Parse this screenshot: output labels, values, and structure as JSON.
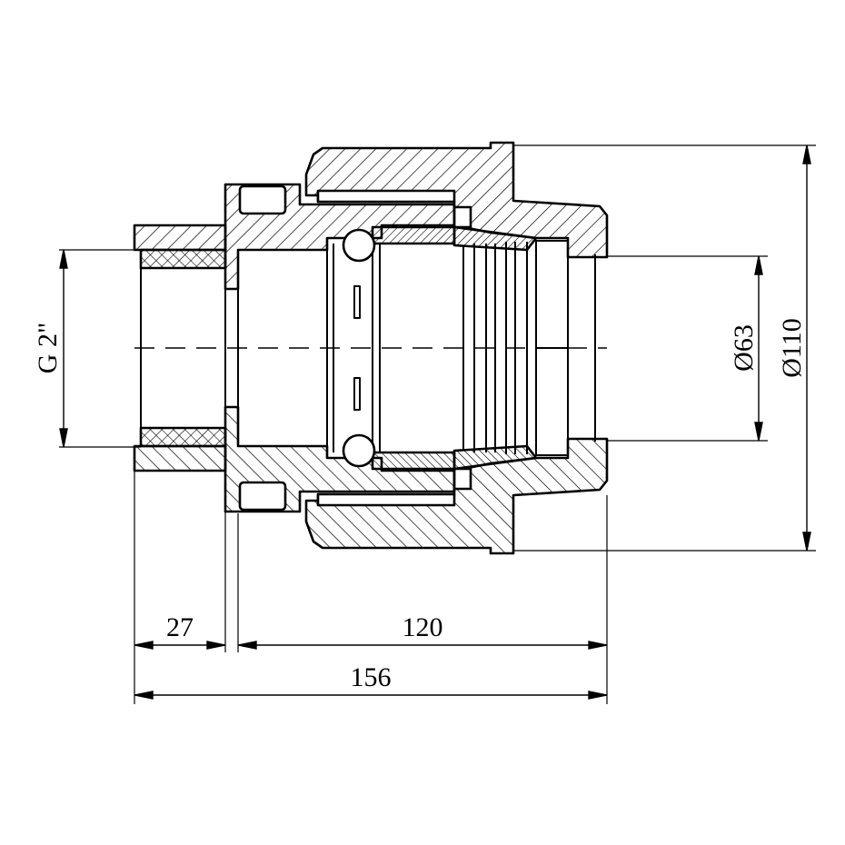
{
  "drawing": {
    "title": "Compression fitting cross-section",
    "colors": {
      "line": "#000000",
      "background": "#ffffff"
    },
    "dimensions": {
      "thread": "G 2\"",
      "pipe_diameter": "Ø63",
      "outer_diameter": "Ø110",
      "thread_length": "27",
      "body_length": "120",
      "total_length": "156"
    }
  }
}
